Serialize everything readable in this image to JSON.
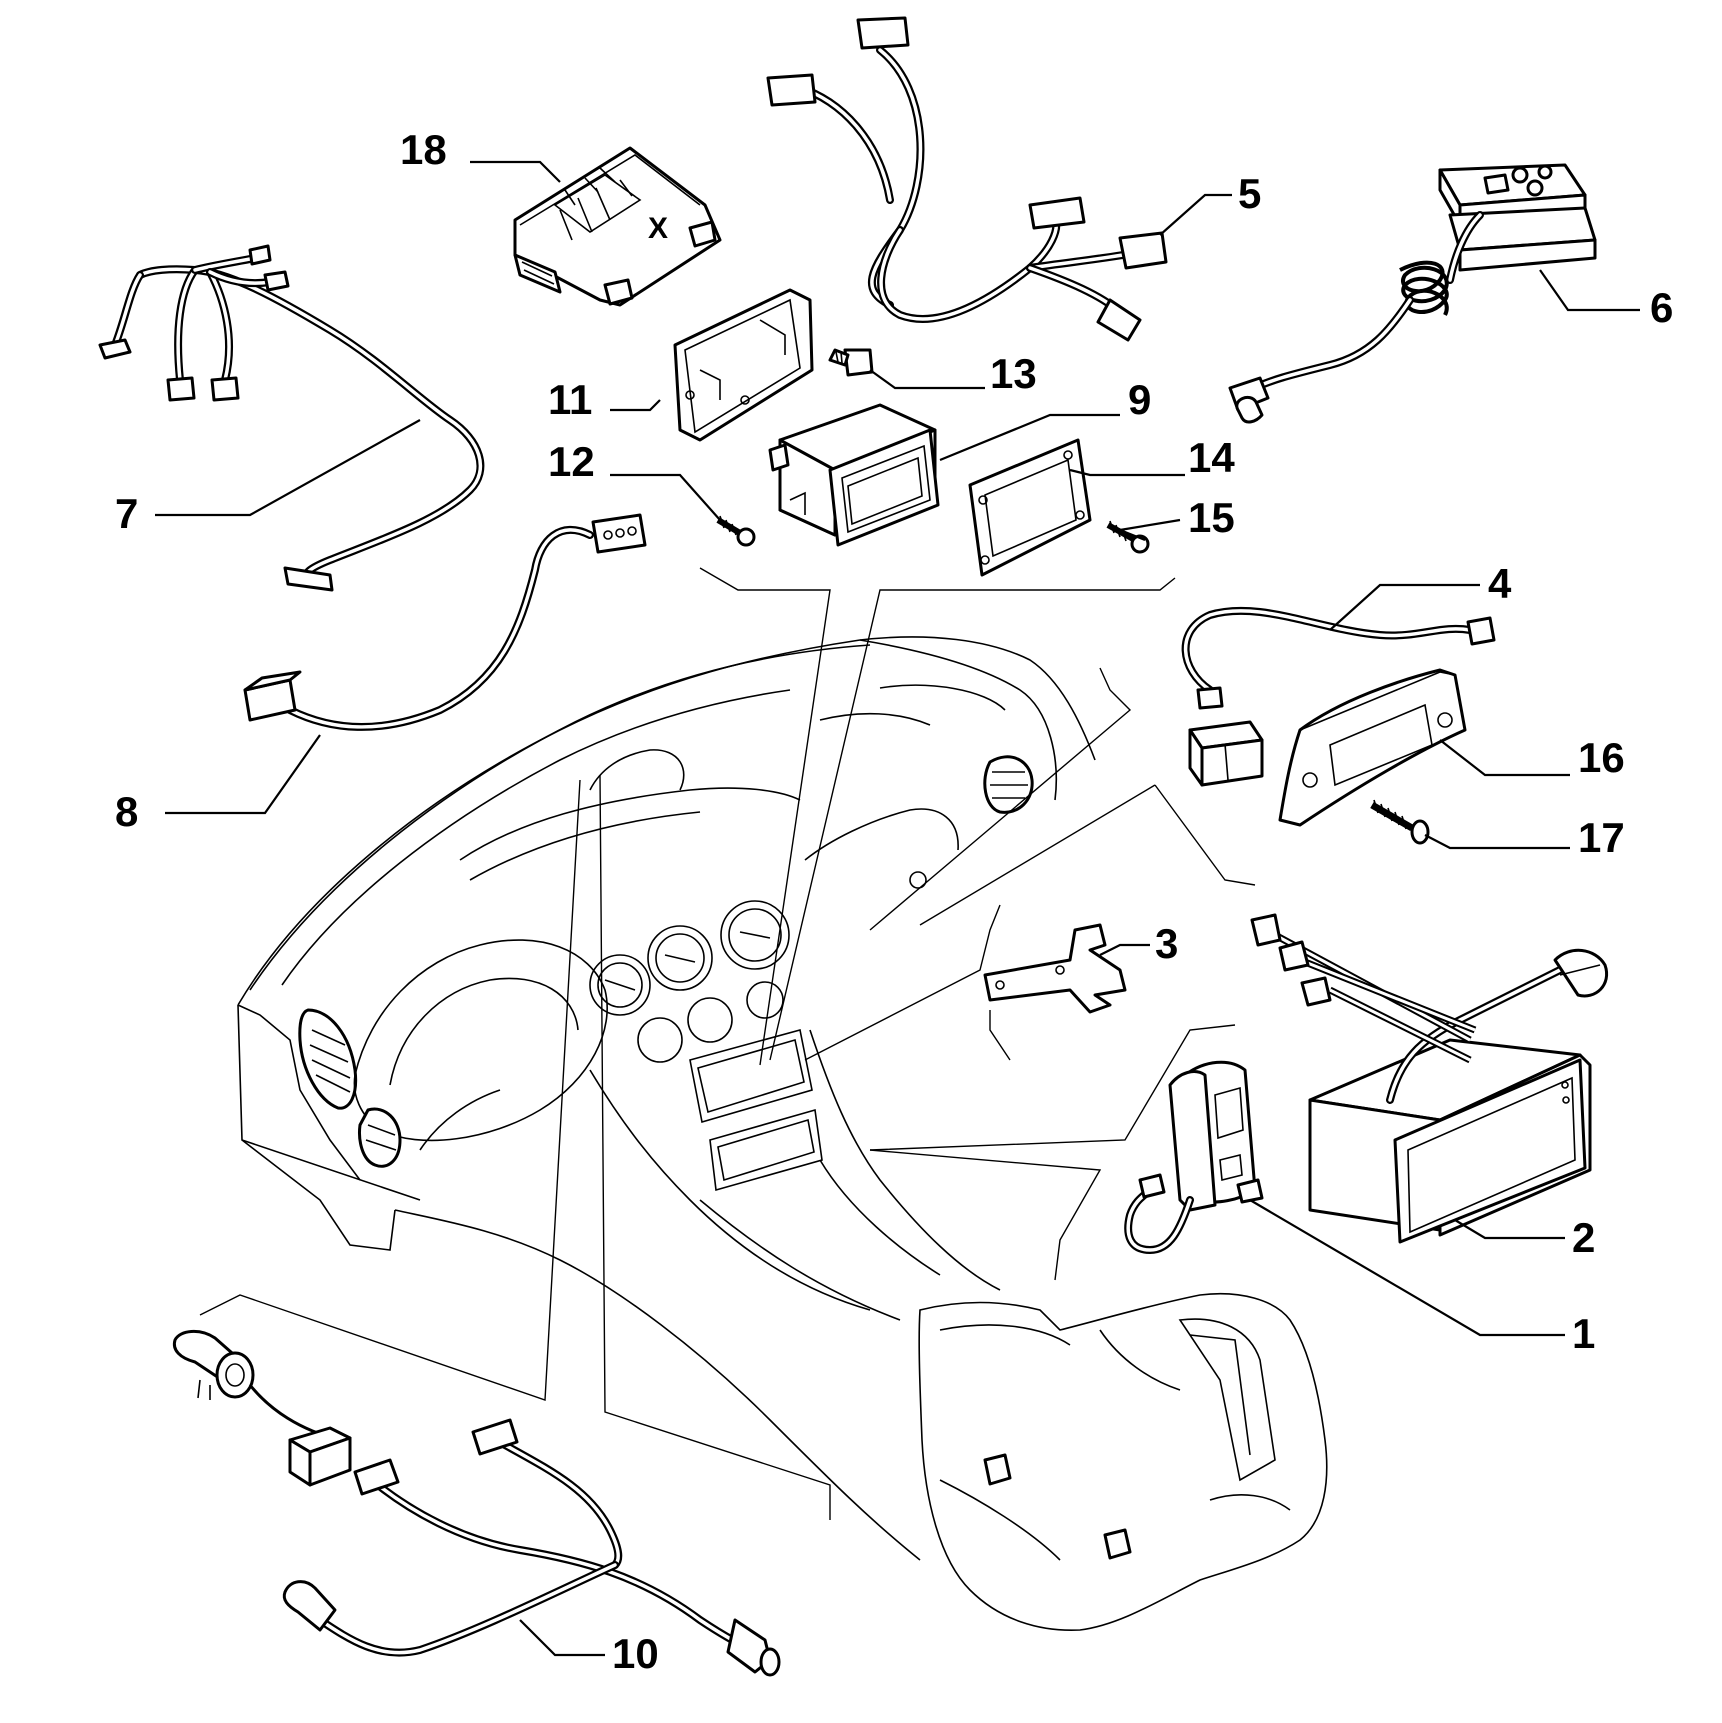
{
  "diagram": {
    "callouts": [
      {
        "id": "1",
        "label": "1"
      },
      {
        "id": "2",
        "label": "2"
      },
      {
        "id": "3",
        "label": "3"
      },
      {
        "id": "4",
        "label": "4"
      },
      {
        "id": "5",
        "label": "5"
      },
      {
        "id": "6",
        "label": "6"
      },
      {
        "id": "7",
        "label": "7"
      },
      {
        "id": "8",
        "label": "8"
      },
      {
        "id": "9",
        "label": "9"
      },
      {
        "id": "10",
        "label": "10"
      },
      {
        "id": "11",
        "label": "11"
      },
      {
        "id": "12",
        "label": "12"
      },
      {
        "id": "13",
        "label": "13"
      },
      {
        "id": "14",
        "label": "14"
      },
      {
        "id": "15",
        "label": "15"
      },
      {
        "id": "16",
        "label": "16"
      },
      {
        "id": "17",
        "label": "17"
      },
      {
        "id": "18",
        "label": "18"
      }
    ],
    "module_mark": "X"
  }
}
